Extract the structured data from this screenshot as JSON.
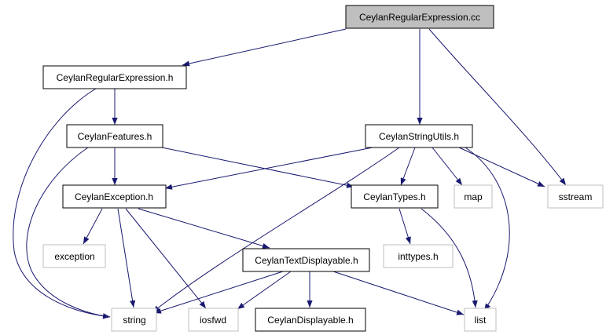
{
  "colors": {
    "edge": "#191970",
    "root_fill": "#bfbfbf",
    "node_border": "#000000",
    "external_border": "#bfbfbf",
    "background": "#ffffff"
  },
  "nodes": {
    "root": {
      "label": "CeylanRegularExpression.cc",
      "kind": "root"
    },
    "regex_h": {
      "label": "CeylanRegularExpression.h",
      "kind": "file"
    },
    "features_h": {
      "label": "CeylanFeatures.h",
      "kind": "file"
    },
    "stringutils_h": {
      "label": "CeylanStringUtils.h",
      "kind": "file"
    },
    "exception_h": {
      "label": "CeylanException.h",
      "kind": "file"
    },
    "types_h": {
      "label": "CeylanTypes.h",
      "kind": "file"
    },
    "map": {
      "label": "map",
      "kind": "external"
    },
    "sstream": {
      "label": "sstream",
      "kind": "external"
    },
    "exception": {
      "label": "exception",
      "kind": "external"
    },
    "textdisplayable_h": {
      "label": "CeylanTextDisplayable.h",
      "kind": "file"
    },
    "inttypes_h": {
      "label": "inttypes.h",
      "kind": "external"
    },
    "string": {
      "label": "string",
      "kind": "external"
    },
    "iosfwd": {
      "label": "iosfwd",
      "kind": "external"
    },
    "displayable_h": {
      "label": "CeylanDisplayable.h",
      "kind": "file"
    },
    "list": {
      "label": "list",
      "kind": "external"
    }
  },
  "edges": [
    {
      "from": "root",
      "to": "regex_h"
    },
    {
      "from": "root",
      "to": "stringutils_h"
    },
    {
      "from": "root",
      "to": "sstream"
    },
    {
      "from": "regex_h",
      "to": "features_h"
    },
    {
      "from": "regex_h",
      "to": "string"
    },
    {
      "from": "features_h",
      "to": "exception_h"
    },
    {
      "from": "features_h",
      "to": "types_h"
    },
    {
      "from": "features_h",
      "to": "string"
    },
    {
      "from": "stringutils_h",
      "to": "exception_h"
    },
    {
      "from": "stringutils_h",
      "to": "types_h"
    },
    {
      "from": "stringutils_h",
      "to": "map"
    },
    {
      "from": "stringutils_h",
      "to": "sstream"
    },
    {
      "from": "stringutils_h",
      "to": "string"
    },
    {
      "from": "stringutils_h",
      "to": "list"
    },
    {
      "from": "exception_h",
      "to": "exception"
    },
    {
      "from": "exception_h",
      "to": "textdisplayable_h"
    },
    {
      "from": "exception_h",
      "to": "string"
    },
    {
      "from": "exception_h",
      "to": "iosfwd"
    },
    {
      "from": "types_h",
      "to": "inttypes_h"
    },
    {
      "from": "types_h",
      "to": "list"
    },
    {
      "from": "textdisplayable_h",
      "to": "displayable_h"
    },
    {
      "from": "textdisplayable_h",
      "to": "string"
    },
    {
      "from": "textdisplayable_h",
      "to": "iosfwd"
    },
    {
      "from": "textdisplayable_h",
      "to": "list"
    }
  ]
}
